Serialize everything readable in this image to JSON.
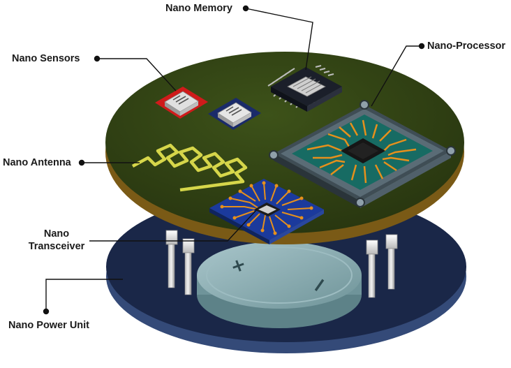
{
  "labels": {
    "memory": "Nano Memory",
    "processor": "Nano-Processor",
    "sensors": "Nano Sensors",
    "antenna": "Nano Antenna",
    "transceiver_line1": "Nano",
    "transceiver_line2": "Transceiver",
    "power": "Nano Power Unit"
  },
  "battery": {
    "plus_symbol": "+",
    "minus_symbol": "−"
  },
  "colors": {
    "top_board": "#2f3f14",
    "top_board_edge": "#7a5a16",
    "bottom_board": "#1a2748",
    "bottom_board_edge": "#344a78",
    "antenna_trace": "#d6d64a",
    "copper_trace": "#e6901c",
    "transceiver_substrate": "#1b3a9c",
    "processor_frame": "#5a6c76",
    "processor_substrate": "#176b63",
    "battery": "#7ea3aa",
    "sensor_red": "#cf1b1b",
    "sensor_navy": "#1a2b6a",
    "leader_line": "#111111"
  }
}
